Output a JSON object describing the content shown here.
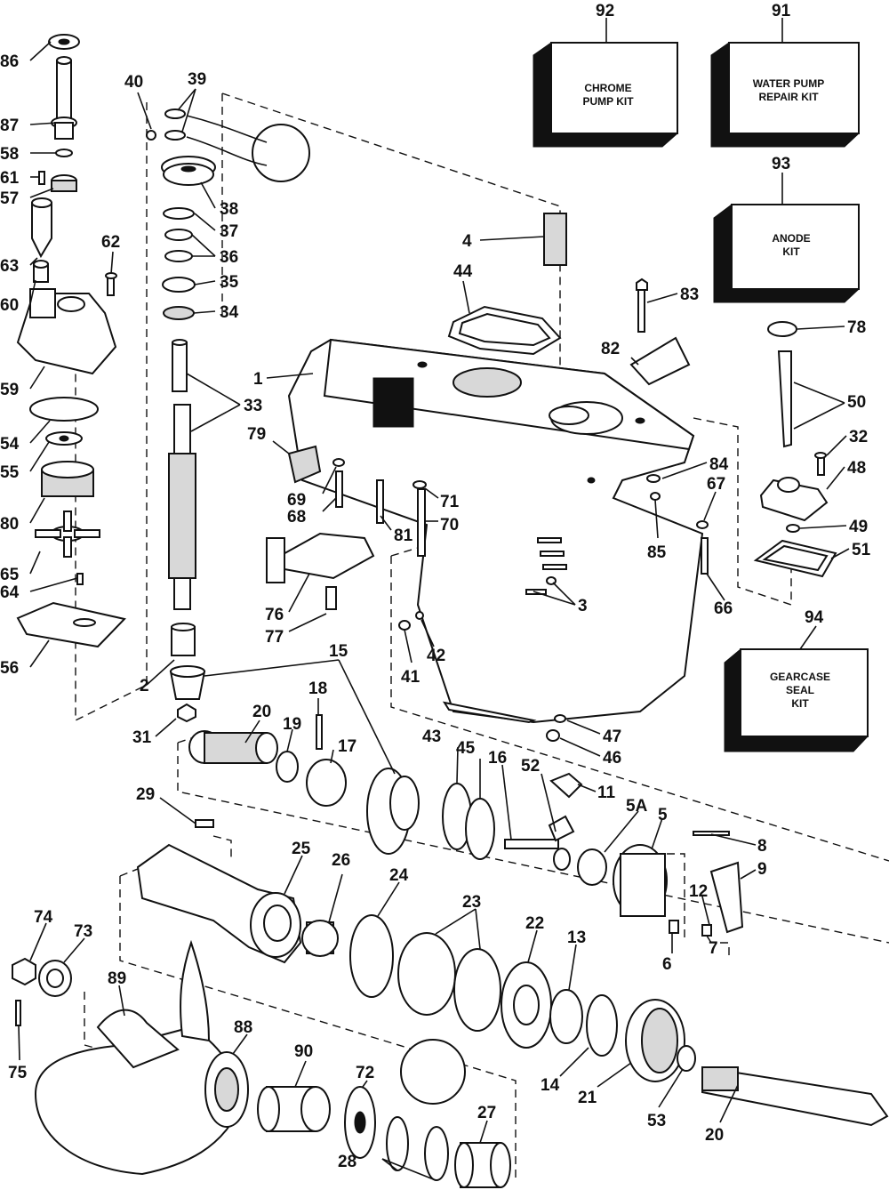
{
  "kits": {
    "k92": {
      "number": "92",
      "line1": "CHROME",
      "line2": "PUMP KIT"
    },
    "k91": {
      "number": "91",
      "line1": "WATER PUMP",
      "line2": "REPAIR KIT"
    },
    "k93": {
      "number": "93",
      "line1": "ANODE",
      "line2": "KIT"
    },
    "k94": {
      "number": "94",
      "line1": "GEARCASE",
      "line2": "SEAL",
      "line3": "KIT"
    }
  },
  "callouts": {
    "c86": "86",
    "c87": "87",
    "c58": "58",
    "c61": "61",
    "c57": "57",
    "c63": "63",
    "c60": "60",
    "c59": "59",
    "c54": "54",
    "c55": "55",
    "c80": "80",
    "c65": "65",
    "c64": "64",
    "c56": "56",
    "c62": "62",
    "c40": "40",
    "c39": "39",
    "c38": "38",
    "c37": "37",
    "c36": "36",
    "c35": "35",
    "c34": "34",
    "c33": "33",
    "c2": "2",
    "c31": "31",
    "c20a": "20",
    "c19": "19",
    "c18": "18",
    "c17": "17",
    "c15": "15",
    "c4": "4",
    "c44": "44",
    "c1": "1",
    "c79": "79",
    "c69": "69",
    "c68": "68",
    "c81": "81",
    "c71": "71",
    "c70": "70",
    "c76": "76",
    "c77": "77",
    "c83": "83",
    "c82": "82",
    "c84": "84",
    "c85": "85",
    "c67": "67",
    "c66": "66",
    "c3": "3",
    "c41": "41",
    "c42": "42",
    "c78": "78",
    "c50": "50",
    "c32": "32",
    "c48": "48",
    "c49": "49",
    "c51": "51",
    "c43": "43",
    "c45": "45",
    "c16": "16",
    "c52": "52",
    "c11": "11",
    "c47": "47",
    "c46": "46",
    "c5a": "5A",
    "c5": "5",
    "c8": "8",
    "c9": "9",
    "c12": "12",
    "c7": "7",
    "c6": "6",
    "c29": "29",
    "c25": "25",
    "c26": "26",
    "c24": "24",
    "c23": "23",
    "c22": "22",
    "c13": "13",
    "c74": "74",
    "c73": "73",
    "c75": "75",
    "c89": "89",
    "c88": "88",
    "c90": "90",
    "c72": "72",
    "c28": "28",
    "c27": "27",
    "c14": "14",
    "c21": "21",
    "c53": "53",
    "c20b": "20"
  }
}
